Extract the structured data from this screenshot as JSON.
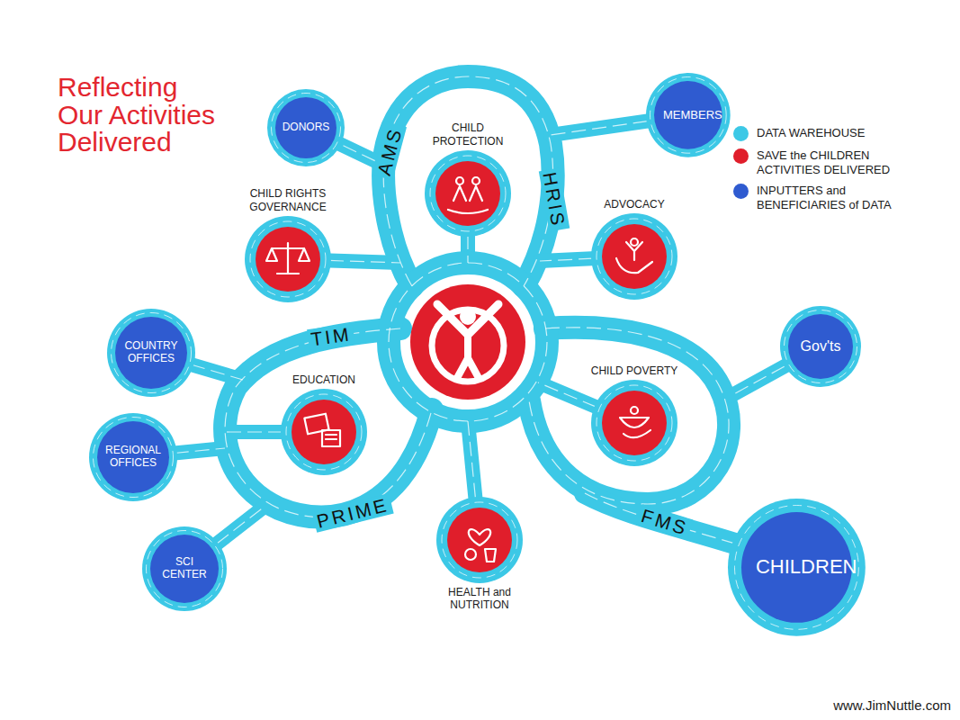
{
  "diagram": {
    "title": "Reflecting Our Activities Delivered",
    "nodes": [
      {
        "text": [
          "DONORS"
        ]
      },
      {
        "text": [
          "CHILD PROTECTION"
        ]
      },
      {
        "text": [
          "MEMBERS"
        ]
      },
      {
        "text": [
          "CHILD RIGHTS GOVERNANCE"
        ]
      },
      {
        "text": [
          "ADVOCACY"
        ]
      },
      {
        "text": [
          "COUNTRY OFFICES"
        ]
      },
      {
        "text": [
          "Gov'ts"
        ]
      },
      {
        "text": [
          "EDUCATION"
        ]
      },
      {
        "text": [
          "CHILD POVERTY"
        ]
      },
      {
        "text": [
          "REGIONAL OFFICES"
        ]
      },
      {
        "text": [
          "HEALTH and NUTRITION"
        ]
      },
      {
        "text": [
          "CHILDREN"
        ]
      },
      {
        "text": [
          "SCI CENTER"
        ]
      }
    ],
    "labels": [
      "AMS",
      "HRIS",
      "TIM",
      "PRIME",
      "FMS",
      "www.JimNuttle.com"
    ],
    "legend": [
      {
        "text": "DATA WAREHOUSE",
        "color": "#3cc8e6"
      },
      {
        "text": "SAVE the CHILDREN ACTIVITIES DELIVERED",
        "color": "#e01e2b"
      },
      {
        "text": "INPUTTERS and BENEFICIARIES of DATA",
        "color": "#2f5bd0"
      }
    ]
  }
}
